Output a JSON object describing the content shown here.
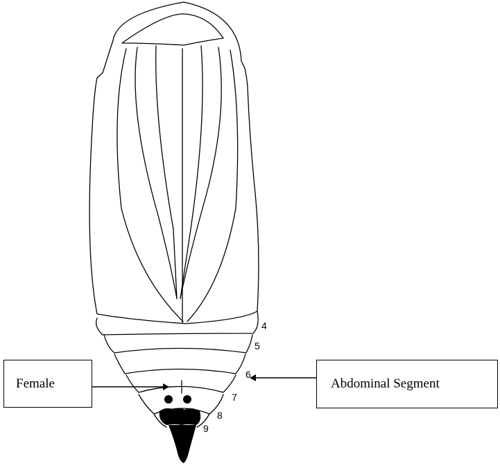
{
  "diagram": {
    "segment_numbers": [
      "4",
      "5",
      "6",
      "7",
      "8",
      "9"
    ],
    "labels": {
      "female": "Female",
      "abdominal_segment": "Abdominal Segment"
    }
  }
}
